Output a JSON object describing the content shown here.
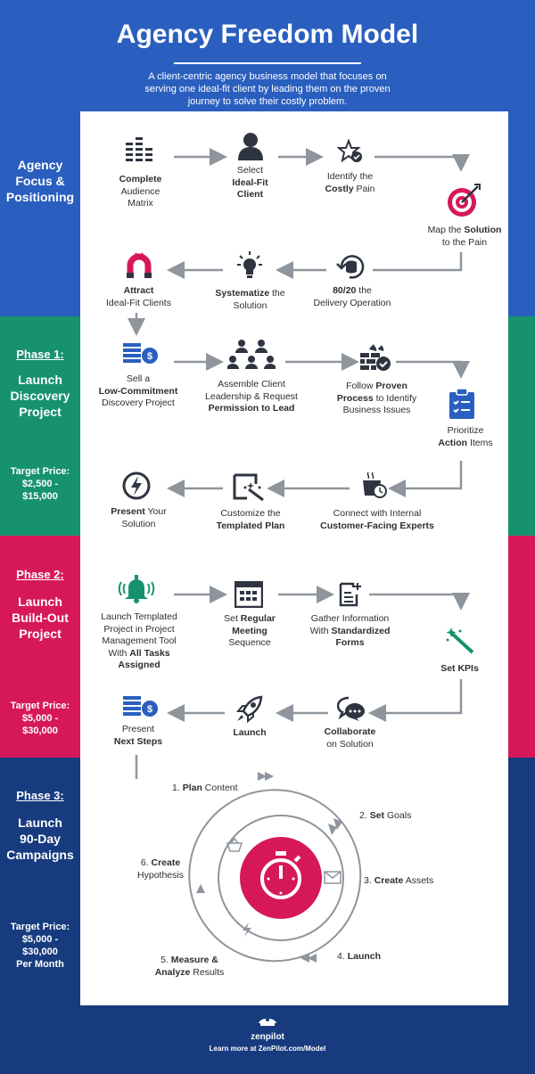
{
  "header": {
    "title": "Agency Freedom Model",
    "subtitle": "A client-centric agency business model that focuses on serving one ideal-fit client by leading them on the proven journey to solve their costly problem."
  },
  "sections": {
    "focus": {
      "line1": "Agency",
      "line2": "Focus &",
      "line3": "Positioning"
    },
    "phase1": {
      "phase": "Phase 1:",
      "line1": "Launch",
      "line2": "Discovery",
      "line3": "Project",
      "target_label": "Target Price:",
      "target_value1": "$2,500 -",
      "target_value2": "$15,000"
    },
    "phase2": {
      "phase": "Phase 2:",
      "line1": "Launch",
      "line2": "Build-Out",
      "line3": "Project",
      "target_label": "Target Price:",
      "target_value1": "$5,000 -",
      "target_value2": "$30,000"
    },
    "phase3": {
      "phase": "Phase 3:",
      "line1": "Launch",
      "line2": "90-Day",
      "line3": "Campaigns",
      "target_label": "Target Price:",
      "target_value1": "$5,000 -",
      "target_value2": "$30,000",
      "target_value3": "Per Month"
    }
  },
  "focus_steps": {
    "s1": {
      "bold1": "Complete",
      "t2": "Audience",
      "t3": "Matrix"
    },
    "s2": {
      "t1": "Select",
      "bold2": "Ideal-Fit",
      "bold3": "Client"
    },
    "s3": {
      "t1": "Identify the",
      "bold2": "Costly",
      "t2": " Pain"
    },
    "s4": {
      "t1a": "Map the ",
      "bold1": "Solution",
      "t2": "to the Pain"
    },
    "s5": {
      "bold1": "80/20",
      "t1": " the",
      "t2": "Delivery Operation"
    },
    "s6": {
      "bold1": "Systematize",
      "t1": " the",
      "t2": "Solution"
    },
    "s7": {
      "bold1": "Attract",
      "t2": "Ideal-Fit Clients"
    }
  },
  "phase1_steps": {
    "s1": {
      "t1": "Sell a",
      "bold2": "Low-Commitment",
      "t3": "Discovery Project"
    },
    "s2": {
      "t1": "Assemble Client",
      "t2": "Leadership & Request",
      "bold3": "Permission to Lead"
    },
    "s3": {
      "t1a": "Follow ",
      "bold1": "Proven",
      "bold2": "Process",
      "t2": " to Identify",
      "t3": "Business Issues"
    },
    "s4": {
      "t1": "Prioritize",
      "bold2": "Action",
      "t2": " Items"
    },
    "s5": {
      "t1": "Connect with Internal",
      "bold2": "Customer-Facing Experts"
    },
    "s6": {
      "t1": "Customize the",
      "bold2": "Templated Plan"
    },
    "s7": {
      "bold1": "Present",
      "t1": " Your",
      "t2": "Solution"
    }
  },
  "phase2_steps": {
    "s1": {
      "t1": "Launch Templated",
      "t2": "Project in Project",
      "t3": "Management Tool",
      "t4a": "With ",
      "bold4": "All Tasks",
      "bold5": "Assigned"
    },
    "s2": {
      "t1a": "Set ",
      "bold1": "Regular",
      "bold2": "Meeting",
      "t3": "Sequence"
    },
    "s3": {
      "t1": "Gather Information",
      "t2a": "With ",
      "bold2": "Standardized",
      "bold3": "Forms"
    },
    "s4": {
      "bold1": "Set KPIs"
    },
    "s5": {
      "bold1": "Collaborate",
      "t2": "on Solution"
    },
    "s6": {
      "bold1": "Launch"
    },
    "s7": {
      "t1": "Present",
      "bold2": "Next Steps"
    }
  },
  "cycle": {
    "c1": {
      "num": "1. ",
      "bold": "Plan",
      "rest": " Content"
    },
    "c2": {
      "num": "2. ",
      "bold": "Set",
      "rest": " Goals"
    },
    "c3": {
      "num": "3. ",
      "bold": "Create",
      "rest": " Assets"
    },
    "c4": {
      "num": "4. ",
      "bold": "Launch",
      "rest": ""
    },
    "c5": {
      "num": "5. ",
      "bold": "Measure &",
      "bold2": "Analyze",
      "rest": " Results"
    },
    "c6": {
      "num": "6. ",
      "bold": "Create",
      "rest": "Hypothesis"
    }
  },
  "footer": {
    "logo": "zenpilot",
    "text": "Learn more at ZenPilot.com/Model"
  },
  "colors": {
    "blue": "#2a5fbf",
    "green": "#17926f",
    "pink": "#d6185a",
    "navy": "#173b7e",
    "icon_dark": "#2e3440",
    "icon_blue": "#2a5fbf",
    "icon_green": "#17926f",
    "icon_red": "#d6185a"
  }
}
